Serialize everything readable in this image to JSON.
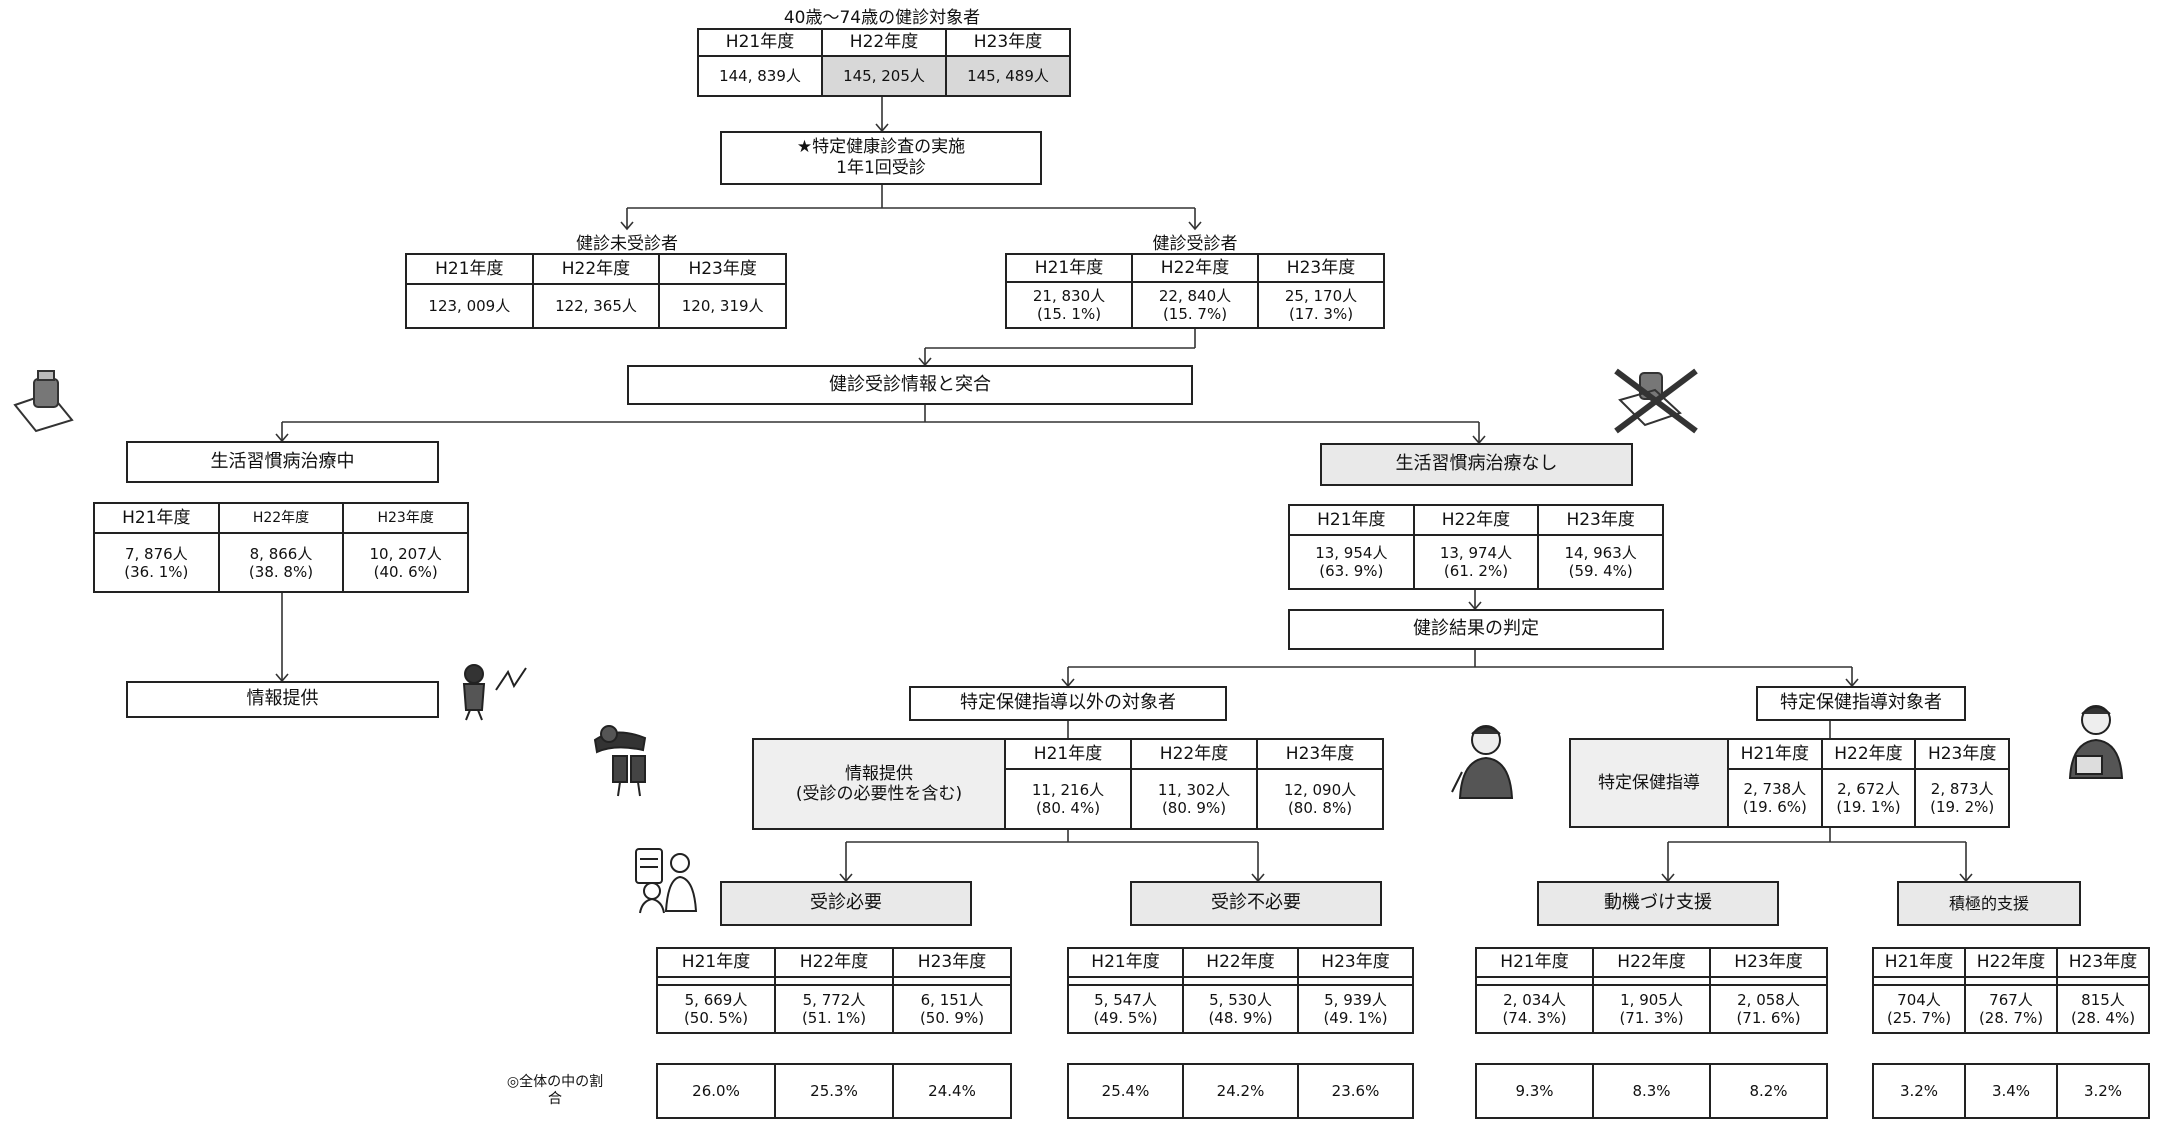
{
  "years": [
    "H21年度",
    "H22年度",
    "H23年度"
  ],
  "top": {
    "title": "40歳～74歳の健診対象者",
    "values": [
      "144, 839人",
      "145, 205人",
      "145, 489人"
    ]
  },
  "implementation": {
    "line1": "★特定健康診査の実施",
    "line2": "1年1回受診"
  },
  "non_examinees": {
    "title": "健診未受診者",
    "values": [
      "123, 009人",
      "122, 365人",
      "120, 319人"
    ]
  },
  "examinees": {
    "title": "健診受診者",
    "values": [
      "21, 830人\n(15. 1%)",
      "22, 840人\n(15. 7%)",
      "25, 170人\n(17. 3%)"
    ]
  },
  "matching": {
    "label": "健診受診情報と突合"
  },
  "in_treatment": {
    "label": "生活習慣病治療中",
    "values": [
      "7, 876人\n(36. 1%)",
      "8, 866人\n(38. 8%)",
      "10, 207人\n(40. 6%)"
    ]
  },
  "info_provision": {
    "label": "情報提供"
  },
  "no_treatment": {
    "label": "生活習慣病治療なし",
    "values": [
      "13, 954人\n(63. 9%)",
      "13, 974人\n(61. 2%)",
      "14, 963人\n(59. 4%)"
    ]
  },
  "judgment": {
    "label": "健診結果の判定"
  },
  "non_guidance": {
    "label": "特定保健指導以外の対象者",
    "table_title": "情報提供\n(受診の必要性を含む)",
    "values": [
      "11, 216人\n(80. 4%)",
      "11, 302人\n(80. 9%)",
      "12, 090人\n(80. 8%)"
    ]
  },
  "guidance": {
    "label": "特定保健指導対象者",
    "table_title": "特定保健指導",
    "values": [
      "2, 738人\n(19. 6%)",
      "2, 672人\n(19. 1%)",
      "2, 873人\n(19. 2%)"
    ]
  },
  "share_label": "◎全体の中の割\n合",
  "leaves": [
    {
      "label": "受診必要",
      "values": [
        "5, 669人\n(50. 5%)",
        "5, 772人\n(51. 1%)",
        "6, 151人\n(50. 9%)"
      ],
      "shares": [
        "26.0%",
        "25.3%",
        "24.4%"
      ]
    },
    {
      "label": "受診不必要",
      "values": [
        "5, 547人\n(49. 5%)",
        "5, 530人\n(48. 9%)",
        "5, 939人\n(49. 1%)"
      ],
      "shares": [
        "25.4%",
        "24.2%",
        "23.6%"
      ]
    },
    {
      "label": "動機づけ支援",
      "values": [
        "2, 034人\n(74. 3%)",
        "1, 905人\n(71. 3%)",
        "2, 058人\n(71. 6%)"
      ],
      "shares": [
        "9.3%",
        "8.3%",
        "8.2%"
      ]
    },
    {
      "label": "積極的支援",
      "values": [
        "704人\n(25. 7%)",
        "767人\n(28. 7%)",
        "815人\n(28. 4%)"
      ],
      "shares": [
        "3.2%",
        "3.4%",
        "3.2%"
      ]
    }
  ]
}
